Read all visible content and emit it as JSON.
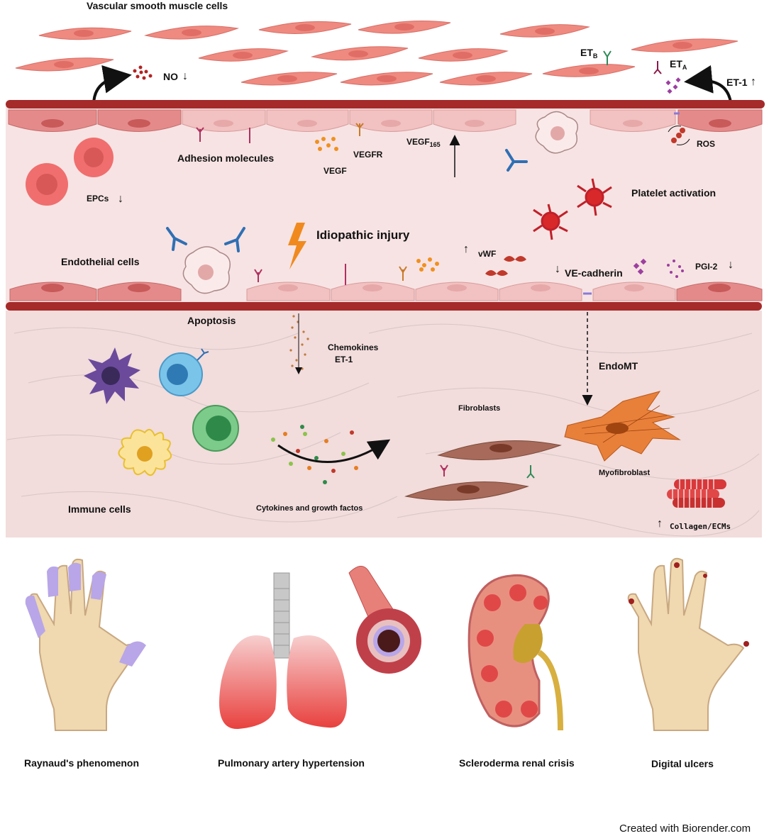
{
  "labels": {
    "vsmc": "Vascular smooth muscle cells",
    "no": "NO",
    "et_b": "ET",
    "et_b_sub": "B",
    "et_a": "ET",
    "et_a_sub": "A",
    "et1_top": "ET-1",
    "adhesion": "Adhesion molecules",
    "vegf": "VEGF",
    "vegfr": "VEGFR",
    "vegf165": "VEGF",
    "vegf165_sub": "165",
    "ros": "ROS",
    "epcs": "EPCs",
    "platelet": "Platelet activation",
    "injury": "Idiopathic injury",
    "endothelial": "Endothelial cells",
    "vwf": "vWF",
    "vecadherin": "VE-cadherin",
    "pgi2": "PGI-2",
    "apoptosis": "Apoptosis",
    "chemokines": "Chemokines",
    "et1_mid": "ET-1",
    "endomt": "EndoMT",
    "fibroblasts": "Fibroblasts",
    "myofibroblast": "Myofibroblast",
    "immune": "Immune cells",
    "cytokines": "Cytokines and growth factos",
    "collagen": "Collagen/ECMs"
  },
  "arrows": {
    "down": "↓",
    "up": "↑"
  },
  "bottom": {
    "raynaud": "Raynaud's phenomenon",
    "pah": "Pulmonary artery hypertension",
    "src": "Scleroderma renal crisis",
    "ulcers": "Digital ulcers"
  },
  "credit": "Created with Biorender.com",
  "colors": {
    "vessel_wall": "#a52a2a",
    "lumen": "#f7e3e3",
    "tissue": "#f2dcdc",
    "smooth_muscle": "#ef8a80",
    "endothelial": "#e58a8a",
    "accent_orange": "#f08a1e"
  }
}
